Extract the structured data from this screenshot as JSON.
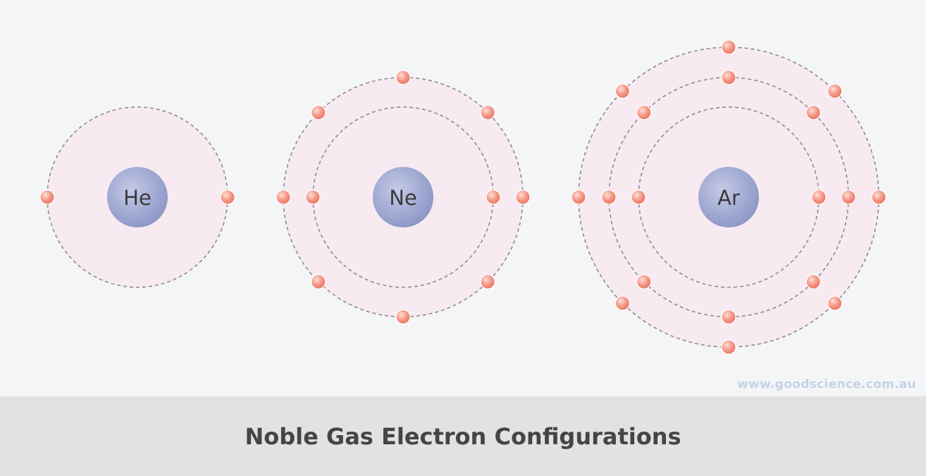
{
  "caption": "Noble Gas Electron Configurations",
  "watermark": "www.goodscience.com.au",
  "colors": {
    "background": "#f4f5f7",
    "shell_fill": "#f7eaf1",
    "shell_stroke": "#8c8c8c",
    "nucleus": "#9aa3cf",
    "electron": "#f28a7a",
    "caption_bar": "#e1e2e4"
  },
  "atoms": [
    {
      "symbol": "He",
      "shells": [
        2
      ]
    },
    {
      "symbol": "Ne",
      "shells": [
        2,
        8
      ]
    },
    {
      "symbol": "Ar",
      "shells": [
        2,
        8,
        8
      ]
    }
  ]
}
